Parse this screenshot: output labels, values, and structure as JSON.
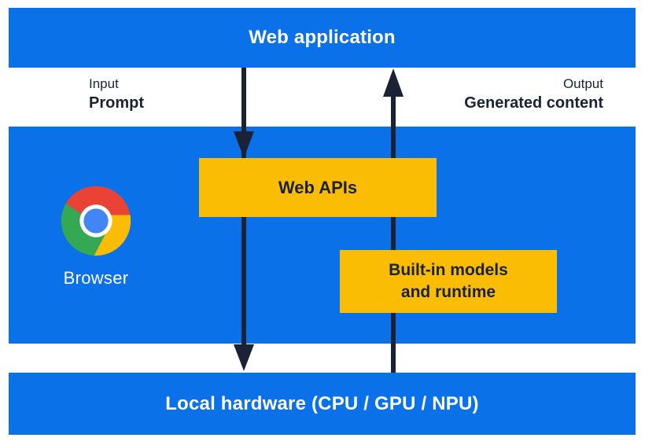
{
  "colors": {
    "panel_blue": "#0B71E9",
    "box_yellow": "#FBBC04",
    "ink_dark": "#1A2336",
    "text_light": "#FFFFFF",
    "chrome_red": "#EA4335",
    "chrome_green": "#34A853",
    "chrome_yellow": "#FBBC05",
    "chrome_center_blue": "#4285F4"
  },
  "top_bar": {
    "label": "Web application"
  },
  "io_labels": {
    "input_caption": "Input",
    "input_value": "Prompt",
    "output_caption": "Output",
    "output_value": "Generated content"
  },
  "browser_panel": {
    "label": "Browser"
  },
  "boxes": {
    "web_apis": "Web APIs",
    "builtin_line1": "Built-in models",
    "builtin_line2": "and runtime"
  },
  "bottom_bar": {
    "label": "Local hardware (CPU / GPU / NPU)"
  },
  "icons": {
    "browser_logo": "chrome-logo",
    "down_arrow": "arrow-down",
    "up_arrow": "arrow-up"
  }
}
